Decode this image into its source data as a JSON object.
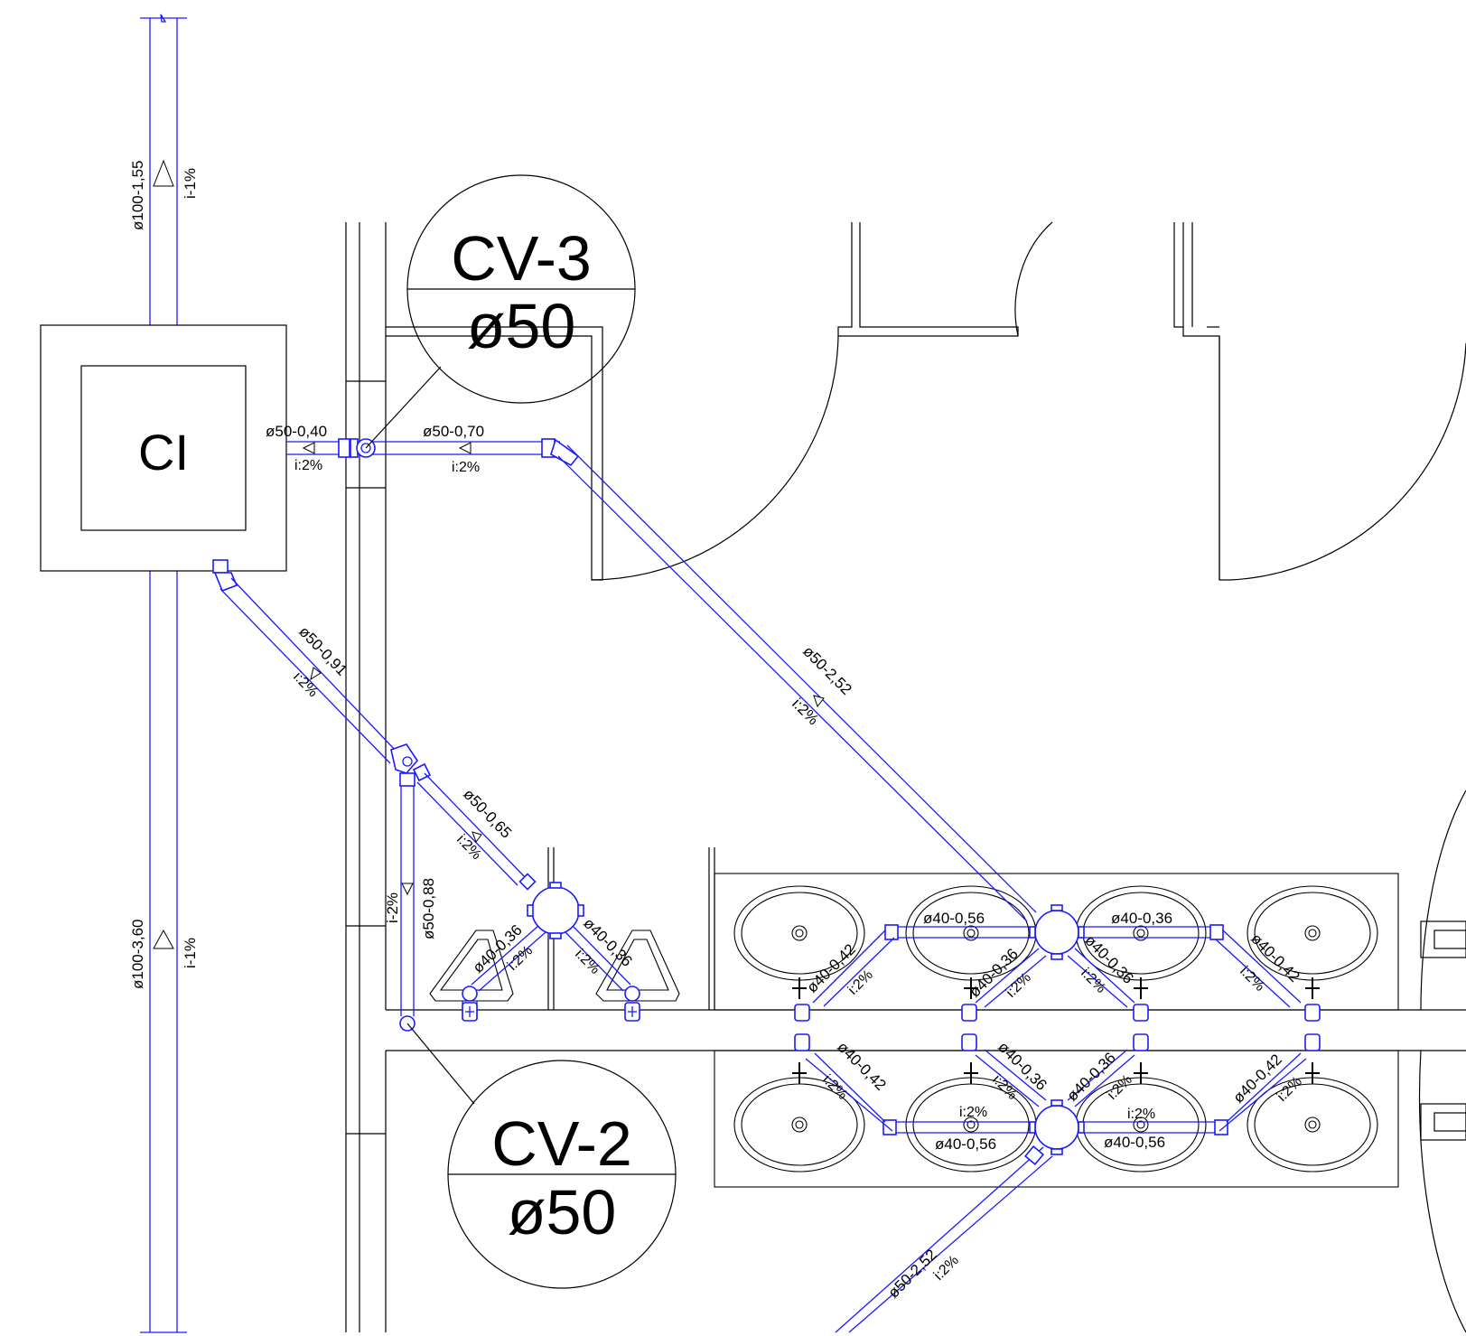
{
  "inspection_chamber": {
    "label": "CI"
  },
  "callouts": [
    {
      "code": "CV-3",
      "diameter": "ø50"
    },
    {
      "code": "CV-2",
      "diameter": "ø50"
    }
  ],
  "pipe_labels": {
    "main_top": "ø100-1,55",
    "main_top_slope": "i-1%",
    "main_bottom": "ø100-3,60",
    "main_bottom_slope": "i-1%",
    "p_50_040": "ø50-0,40",
    "p_50_070": "ø50-0,70",
    "slope_2a": "i:2%",
    "slope_2b": "i:2%",
    "p_50_091": "ø50-0,91",
    "slope_091": "i:2%",
    "p_50_252a": "ø50-2,52",
    "slope_252a": "i:2%",
    "p_50_065": "ø50-0,65",
    "slope_065": "i:2%",
    "p_50_088": "ø50-0,88",
    "slope_088": "i-2%",
    "p_40_036_u1": "ø40-0,36",
    "slope_u1": "i:2%",
    "p_40_036_u2": "ø40-0,36",
    "slope_u2": "i:2%",
    "p_40_056_t1": "ø40-0,56",
    "p_40_036_t2": "ø40-0,36",
    "p_40_042_t1": "ø40-0,42",
    "slope_t1": "i:2%",
    "p_40_036_t3": "ø40-0,36",
    "slope_t3": "i:2%",
    "p_40_036_t4": "ø40-0,36",
    "slope_t4": "i:2%",
    "p_40_042_t5": "ø40-0,42",
    "slope_t5": "i:2%",
    "p_40_042_b1": "ø40-0,42",
    "slope_b1": "i:2%",
    "p_40_036_b2": "ø40-0,36",
    "slope_b2": "i:2%",
    "p_40_036_b3": "ø40-0,36",
    "slope_b3": "i:2%",
    "p_40_042_b4": "ø40-0,42",
    "slope_b4": "i:2%",
    "p_40_056_b5": "ø40-0,56",
    "slope_b5": "i:2%",
    "p_40_056_b6": "ø40-0,56",
    "slope_b6": "i:2%",
    "p_50_252b": "ø50-2,52",
    "slope_252b": "i:2%"
  },
  "colors": {
    "pipe": "#1a1aff",
    "walls": "#000000",
    "background": "#ffffff"
  }
}
